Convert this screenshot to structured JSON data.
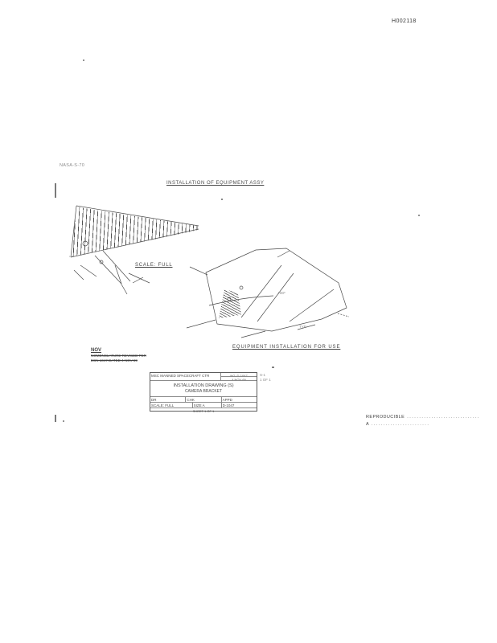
{
  "doc": {
    "number": "H002118",
    "corner_note": "NASA-S-70"
  },
  "captions": {
    "top_title": "INSTALLATION OF EQUIPMENT ASSY",
    "left_scale": "SCALE: FULL",
    "right_title": "EQUIPMENT INSTALLATION FOR USE"
  },
  "drawing_labels": {
    "ref_note": "REF",
    "typ_note": "TYP"
  },
  "nov": {
    "title": "NOV",
    "lines": [
      "NOMENCLATURE REVISED PER",
      "ECN 1047 DATED 4 NOV 69"
    ]
  },
  "title_block": {
    "org_line": "MSC MANNED SPACECRAFT CTR",
    "no_cell": "NO. D-1047",
    "date_cell": "4 NOV 69",
    "title_line1": "INSTALLATION DRAWING (S)",
    "title_line2": "CAMERA BRACKET",
    "row3": [
      "DR",
      "CHK",
      "APPD"
    ],
    "row4": [
      "SCALE: FULL",
      "SIZE A",
      "D-1047"
    ],
    "bottom_strip": "SHEET 1 OF 1"
  },
  "side_note": {
    "line1": "S-1",
    "line2": "1 OF 1"
  },
  "repro": {
    "line1_label": "REPRODUCIBLE",
    "line1_dots": "..............................",
    "line2_label": "A",
    "line2_dots": "........................"
  }
}
